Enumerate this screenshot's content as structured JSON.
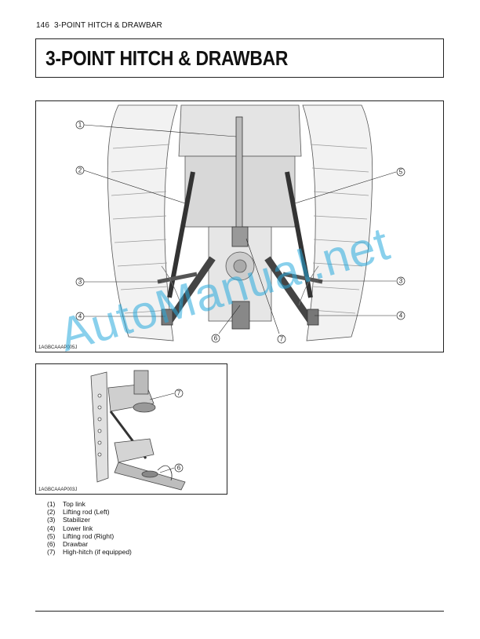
{
  "header": {
    "page_number": "146",
    "section": "3-POINT HITCH & DRAWBAR"
  },
  "title": "3-POINT HITCH & DRAWBAR",
  "figure1": {
    "code": "1AGBCAAAP005J",
    "callouts": [
      "1",
      "2",
      "5",
      "3",
      "3",
      "4",
      "4",
      "6",
      "7"
    ]
  },
  "figure2": {
    "code": "1AGBCAAAP003J",
    "callouts": [
      "7",
      "6"
    ]
  },
  "legend": [
    {
      "num": "(1)",
      "label": "Top link"
    },
    {
      "num": "(2)",
      "label": "Lifting rod (Left)"
    },
    {
      "num": "(3)",
      "label": "Stabilizer"
    },
    {
      "num": "(4)",
      "label": "Lower link"
    },
    {
      "num": "(5)",
      "label": "Lifting rod (Right)"
    },
    {
      "num": "(6)",
      "label": "Drawbar"
    },
    {
      "num": "(7)",
      "label": "High-hitch (if equipped)"
    }
  ],
  "watermark": "AutoManual.net",
  "colors": {
    "watermark": "#28aadc",
    "line": "#222222"
  }
}
